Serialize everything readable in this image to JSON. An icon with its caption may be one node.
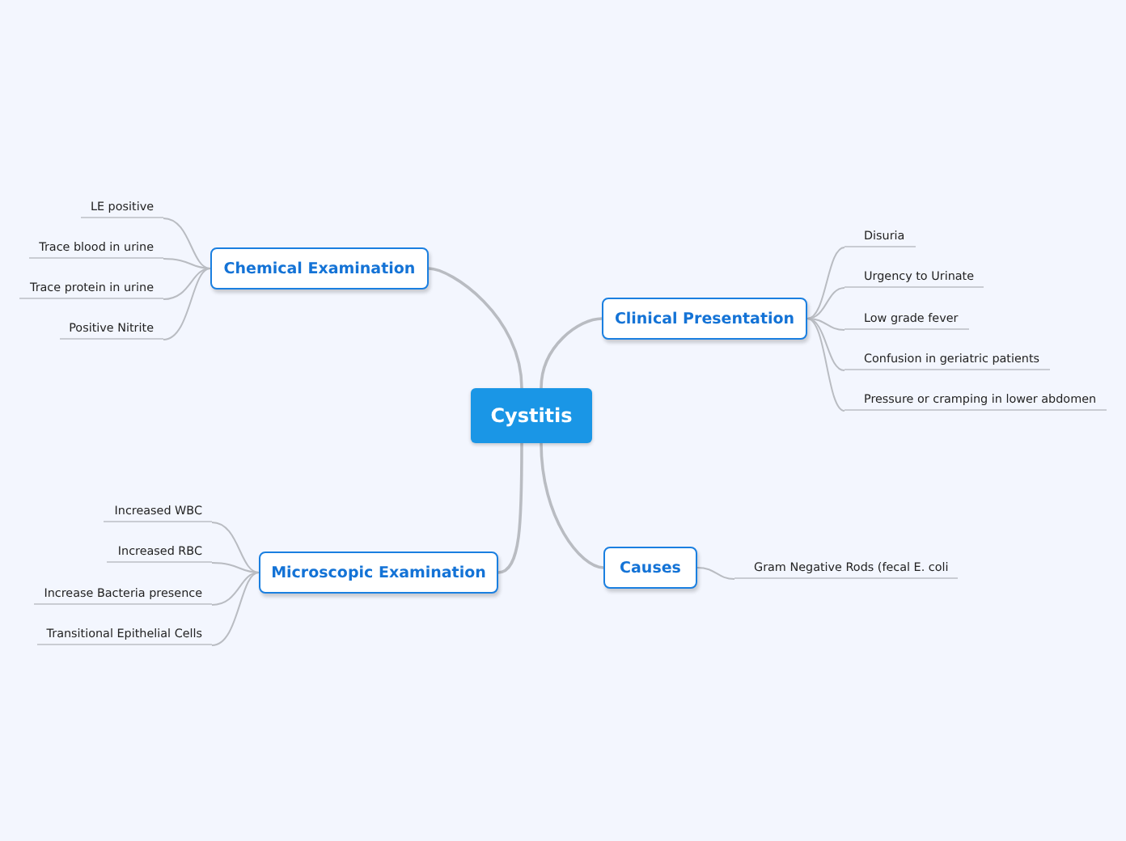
{
  "diagram": {
    "nodes": [
      {
        "text": [
          "Cystitis"
        ]
      },
      {
        "text": [
          "Chemical Examination"
        ]
      },
      {
        "text": [
          "LE positive"
        ]
      },
      {
        "text": [
          "Trace blood in urine"
        ]
      },
      {
        "text": [
          "Trace protein in urine"
        ]
      },
      {
        "text": [
          "Positive Nitrite"
        ]
      },
      {
        "text": [
          "Clinical Presentation"
        ]
      },
      {
        "text": [
          "Disuria"
        ]
      },
      {
        "text": [
          "Urgency to Urinate"
        ]
      },
      {
        "text": [
          "Low grade fever"
        ]
      },
      {
        "text": [
          "Confusion in geriatric patients"
        ]
      },
      {
        "text": [
          "Pressure or cramping in lower abdomen"
        ]
      },
      {
        "text": [
          "Microscopic Examination"
        ]
      },
      {
        "text": [
          "Increased WBC"
        ]
      },
      {
        "text": [
          "Increased RBC"
        ]
      },
      {
        "text": [
          "Increase Bacteria presence"
        ]
      },
      {
        "text": [
          "Transitional Epithelial Cells"
        ]
      },
      {
        "text": [
          "Causes"
        ]
      },
      {
        "text": [
          "Gram Negative Rods (fecal E. coli"
        ]
      }
    ],
    "edges": [
      {
        "from": 0,
        "to": 1,
        "arrow": "none"
      },
      {
        "from": 1,
        "to": 2,
        "arrow": "none"
      },
      {
        "from": 1,
        "to": 3,
        "arrow": "none"
      },
      {
        "from": 1,
        "to": 4,
        "arrow": "none"
      },
      {
        "from": 1,
        "to": 5,
        "arrow": "none"
      },
      {
        "from": 0,
        "to": 6,
        "arrow": "none"
      },
      {
        "from": 6,
        "to": 7,
        "arrow": "none"
      },
      {
        "from": 6,
        "to": 8,
        "arrow": "none"
      },
      {
        "from": 6,
        "to": 9,
        "arrow": "none"
      },
      {
        "from": 6,
        "to": 10,
        "arrow": "none"
      },
      {
        "from": 6,
        "to": 11,
        "arrow": "none"
      },
      {
        "from": 0,
        "to": 12,
        "arrow": "none"
      },
      {
        "from": 12,
        "to": 13,
        "arrow": "none"
      },
      {
        "from": 12,
        "to": 14,
        "arrow": "none"
      },
      {
        "from": 12,
        "to": 15,
        "arrow": "none"
      },
      {
        "from": 12,
        "to": 16,
        "arrow": "none"
      },
      {
        "from": 0,
        "to": 17,
        "arrow": "none"
      },
      {
        "from": 17,
        "to": 18,
        "arrow": "none"
      }
    ]
  }
}
